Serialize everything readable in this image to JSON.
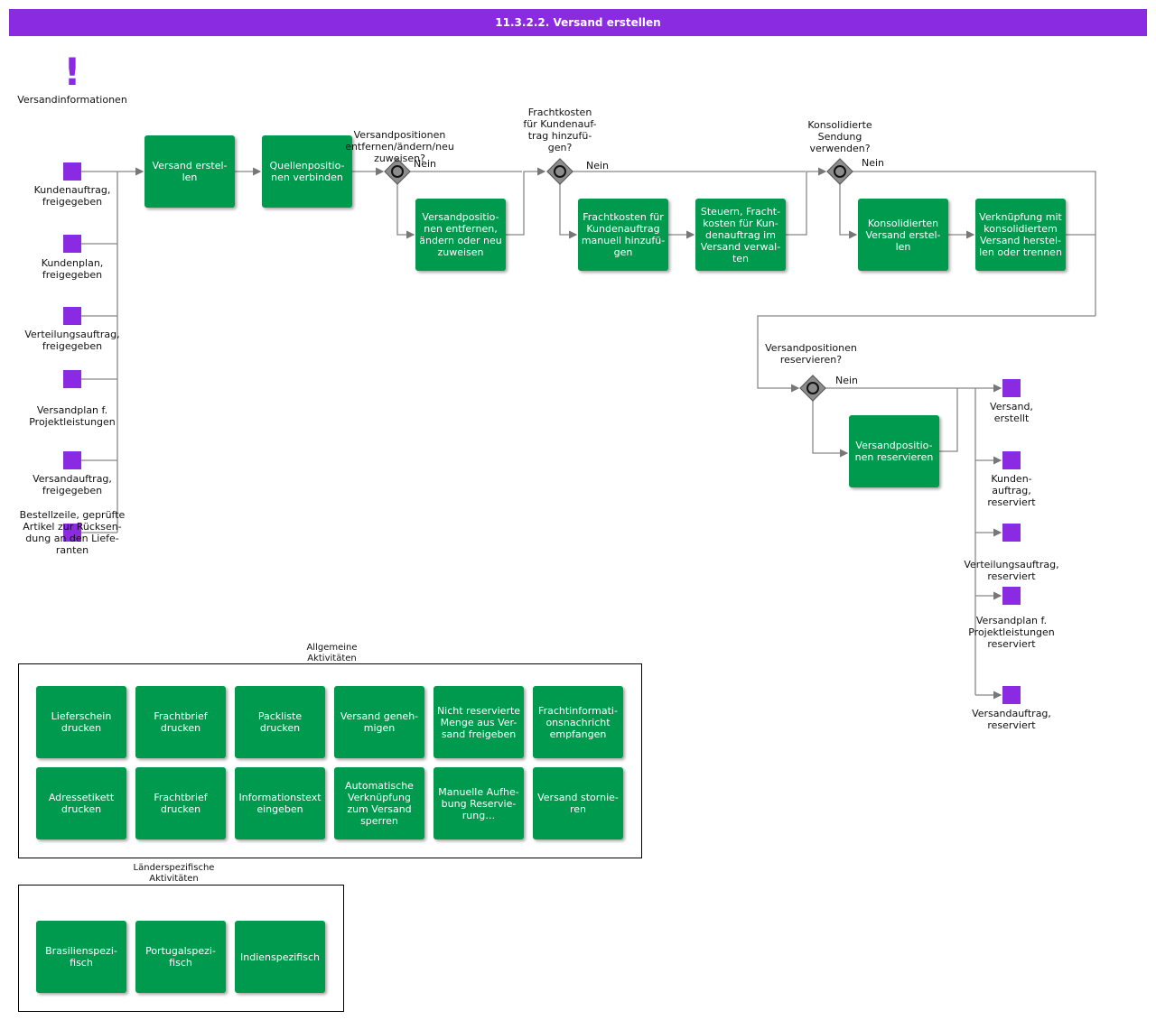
{
  "title": "11.3.2.2. Versand erstellen",
  "info": {
    "icon": "exclamation-icon",
    "label": "Versandinformationen"
  },
  "colors": {
    "header": "#8a2be2",
    "activity": "#009a4e",
    "event": "#8a2be2"
  },
  "start_events": [
    "Kundenauftrag,\nfreigegeben",
    "Kundenplan,\nfreigegeben",
    "Verteilungsauftrag,\nfreigegeben",
    "Versandplan f.\nProjektleistungen",
    "Versandauftrag,\nfreigegeben",
    "Bestellzeile, geprüfte\nArtikel zur Rücksen-\ndung an den Liefe-\nranten"
  ],
  "activities": {
    "versand_erstellen": "Versand erstel-\nlen",
    "quellen": "Quellenpositio-\nnen verbinden",
    "positionen_aendern": "Versandpositio-\nnen entfernen,\nändern oder neu\nzuweisen",
    "frachtkosten": "Frachtkosten für\nKundenauftrag\nmanuell hinzufü-\ngen",
    "steuern": "Steuern, Fracht-\nkosten für Kun-\ndenauftrag im\nVersand verwal-\nten",
    "konsolidiert": "Konsolidierten\nVersand erstel-\nlen",
    "verknuepfung": "Verknüpfung mit\nkonsolidiertem\nVersand herstel-\nlen oder trennen",
    "reservieren": "Versandpositio-\nnen reservieren"
  },
  "gateways": {
    "g1": "Versandpositionen\nentfernen/ändern/neu\nzuweisen?",
    "g2": "Frachtkosten\nfür Kundenauf-\ntrag hinzufü-\ngen?",
    "g3": "Konsolidierte\nSendung\nverwenden?",
    "g4": "Versandpositionen\nreservieren?",
    "no_label": "Nein"
  },
  "end_events": [
    "Versand,\nerstellt",
    "Kunden-\nauftrag,\nreserviert",
    "Verteilungsauftrag,\nreserviert",
    "Versandplan f.\nProjektleistungen\nreserviert",
    "Versandauftrag,\nreserviert"
  ],
  "general_group": {
    "label": "Allgemeine\nAktivitäten",
    "items": [
      "Lieferschein\ndrucken",
      "Frachtbrief\ndrucken",
      "Packliste\ndrucken",
      "Versand geneh-\nmigen",
      "Nicht reservierte\nMenge aus Ver-\nsand freigeben",
      "Frachtinformati-\nonsnachricht\nempfangen",
      "Adressetikett\ndrucken",
      "Frachtbrief\ndrucken",
      "Informationstext\neingeben",
      "Automatische\nVerknüpfung\nzum Versand\nsperren",
      "Manuelle Aufhe-\nbung Reservie-\nrung…",
      "Versand stornie-\nren"
    ]
  },
  "country_group": {
    "label": "Länderspezifische\nAktivitäten",
    "items": [
      "Brasilienspezi-\nfisch",
      "Portugalspezi-\nfisch",
      "Indienspezifisch"
    ]
  }
}
